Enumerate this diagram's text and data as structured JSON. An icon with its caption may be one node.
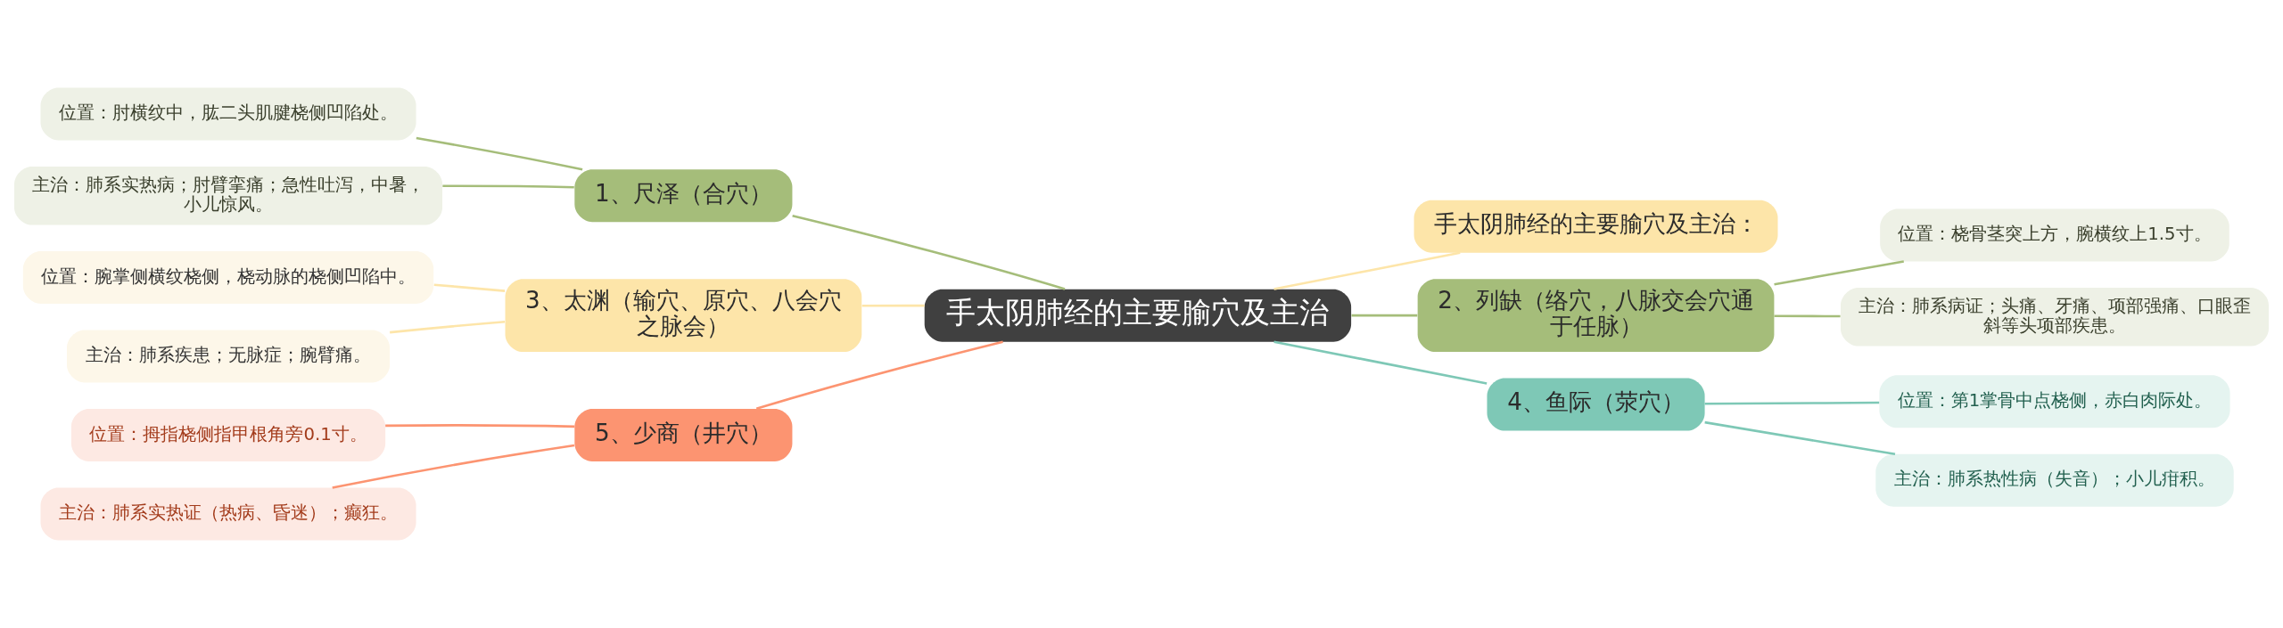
{
  "diagram": {
    "nodes": [
      {
        "text": [
          "手太阴肺经的主要腧穴及主治"
        ]
      },
      {
        "text": [
          "1、尺泽（合穴）"
        ]
      },
      {
        "text": [
          "位置：肘横纹中，肱二头肌腱桡侧凹陷处。"
        ]
      },
      {
        "text": [
          "主治：肺系实热病；肘臂挛痛；急性吐泻，中暑，小儿惊风。"
        ]
      },
      {
        "text": [
          "手太阴肺经的主要腧穴及主治："
        ]
      },
      {
        "text": [
          "2、列缺（络穴，八脉交会穴通于任脉）"
        ]
      },
      {
        "text": [
          "位置：桡骨茎突上方，腕横纹上1.5寸。"
        ]
      },
      {
        "text": [
          "主治：肺系病证；头痛、牙痛、项部强痛、口眼歪斜等头项部疾患。"
        ]
      },
      {
        "text": [
          "3、太渊（输穴、原穴、八会穴之脉会）"
        ]
      },
      {
        "text": [
          "位置：腕掌侧横纹桡侧，桡动脉的桡侧凹陷中。"
        ]
      },
      {
        "text": [
          "主治：肺系疾患；无脉症；腕臂痛。"
        ]
      },
      {
        "text": [
          "4、鱼际（荥穴）"
        ]
      },
      {
        "text": [
          "位置：第1掌骨中点桡侧，赤白肉际处。"
        ]
      },
      {
        "text": [
          "主治：肺系热性病（失音）；小儿疳积。"
        ]
      },
      {
        "text": [
          "5、少商（井穴）"
        ]
      },
      {
        "text": [
          "位置：拇指桡侧指甲根角旁0.1寸。"
        ]
      },
      {
        "text": [
          "主治：肺系实热证（热病、昏迷）；癫狂。"
        ]
      }
    ],
    "edges": [
      {
        "from": 0,
        "to": 1,
        "arrow": "none",
        "color": "#a5bd7a"
      },
      {
        "from": 1,
        "to": 2,
        "arrow": "none",
        "color": "#a5bd7a"
      },
      {
        "from": 1,
        "to": 3,
        "arrow": "none",
        "color": "#a5bd7a"
      },
      {
        "from": 0,
        "to": 4,
        "arrow": "none",
        "color": "#fde5a9"
      },
      {
        "from": 0,
        "to": 5,
        "arrow": "none",
        "color": "#a5bd7a"
      },
      {
        "from": 5,
        "to": 6,
        "arrow": "none",
        "color": "#a5bd7a"
      },
      {
        "from": 5,
        "to": 7,
        "arrow": "none",
        "color": "#a5bd7a"
      },
      {
        "from": 0,
        "to": 8,
        "arrow": "none",
        "color": "#fde5a9"
      },
      {
        "from": 8,
        "to": 9,
        "arrow": "none",
        "color": "#fde5a9"
      },
      {
        "from": 8,
        "to": 10,
        "arrow": "none",
        "color": "#fde5a9"
      },
      {
        "from": 0,
        "to": 11,
        "arrow": "none",
        "color": "#7ec8b6"
      },
      {
        "from": 11,
        "to": 12,
        "arrow": "none",
        "color": "#7ec8b6"
      },
      {
        "from": 11,
        "to": 13,
        "arrow": "none",
        "color": "#7ec8b6"
      },
      {
        "from": 0,
        "to": 14,
        "arrow": "none",
        "color": "#fc9471"
      },
      {
        "from": 14,
        "to": 15,
        "arrow": "none",
        "color": "#fc9471"
      },
      {
        "from": 14,
        "to": 16,
        "arrow": "none",
        "color": "#fc9471"
      }
    ]
  }
}
